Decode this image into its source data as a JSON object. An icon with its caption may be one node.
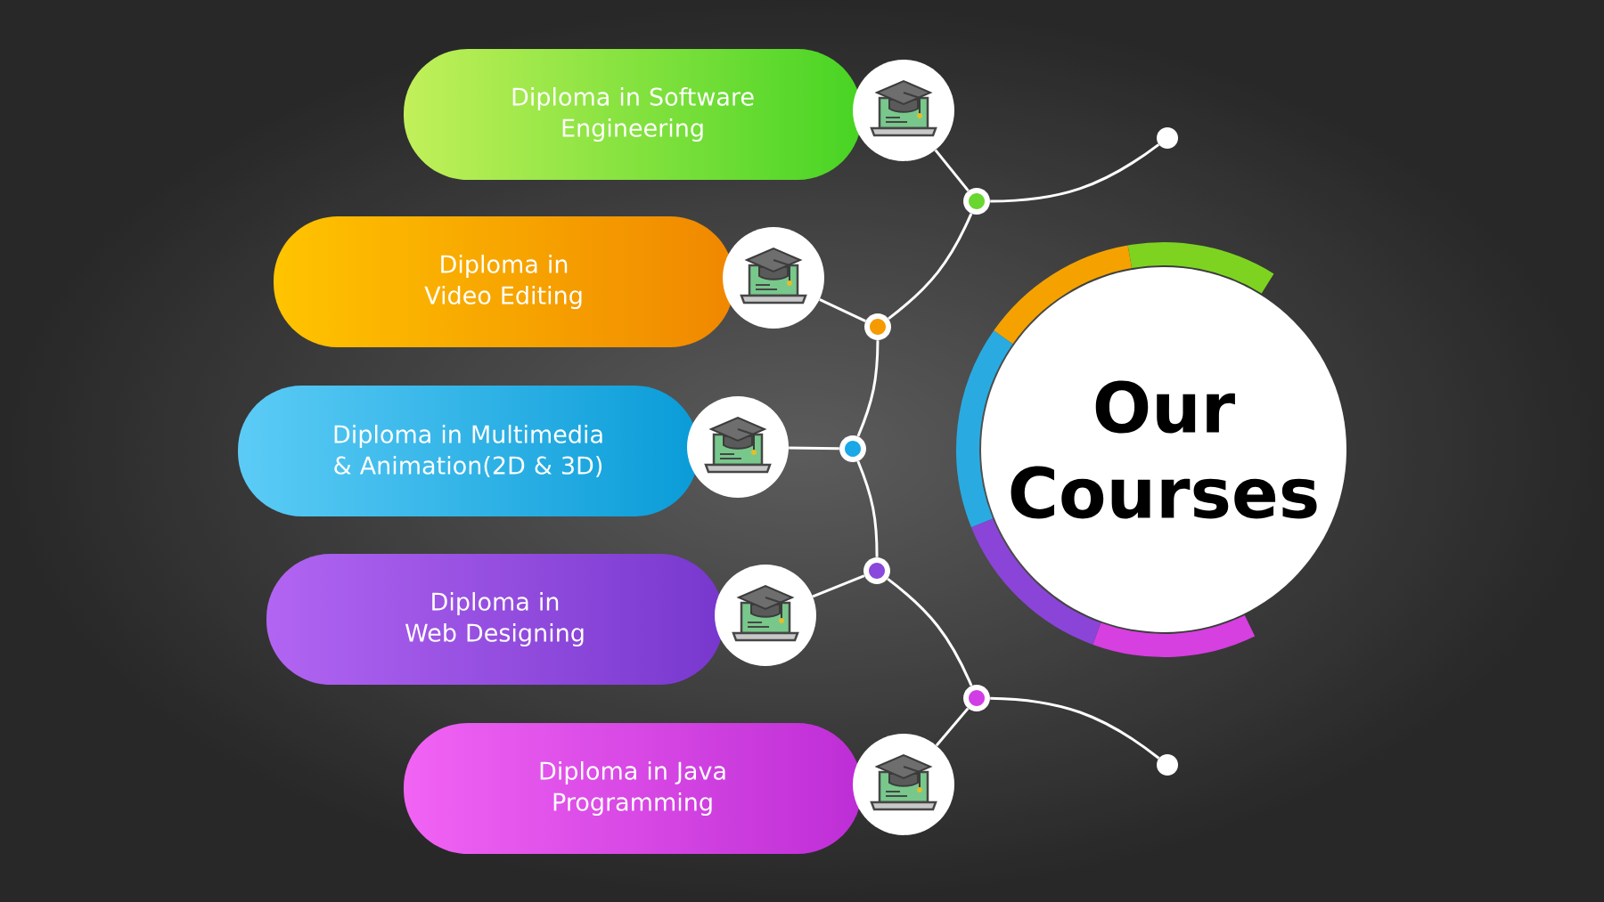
{
  "diagram": {
    "nodes": [
      {
        "text": [
          "Diploma in Software Engineering"
        ]
      },
      {
        "text": [
          "Diploma in Video Editing"
        ]
      },
      {
        "text": [
          "Diploma in Multimedia & Animation(2D & 3D)"
        ]
      },
      {
        "text": [
          "Diploma in Web Designing"
        ]
      },
      {
        "text": [
          "Diploma in Java Programming"
        ]
      },
      {
        "text": [],
        "shape": "circle"
      },
      {
        "text": [],
        "shape": "circle"
      },
      {
        "text": [],
        "shape": "circle"
      },
      {
        "text": [],
        "shape": "circle"
      },
      {
        "text": [],
        "shape": "circle"
      },
      {
        "text": [],
        "shape": "circle"
      },
      {
        "text": [],
        "shape": "circle"
      },
      {
        "text": [],
        "shape": "circle"
      },
      {
        "text": [],
        "shape": "circle"
      },
      {
        "text": [],
        "shape": "circle"
      },
      {
        "text": [
          "Our Courses"
        ]
      },
      {
        "text": [],
        "shape": "circle"
      },
      {
        "text": [],
        "shape": "circle"
      }
    ],
    "edges": [
      {
        "from": 5,
        "to": 10,
        "arrow": "none"
      },
      {
        "from": 6,
        "to": 11,
        "arrow": "none"
      },
      {
        "from": 7,
        "to": 12,
        "arrow": "none"
      },
      {
        "from": 8,
        "to": 13,
        "arrow": "none"
      },
      {
        "from": 9,
        "to": 14,
        "arrow": "none"
      },
      {
        "from": 16,
        "to": 10,
        "arrow": "none"
      },
      {
        "from": 10,
        "to": 11,
        "arrow": "none"
      },
      {
        "from": 11,
        "to": 12,
        "arrow": "none"
      },
      {
        "from": 12,
        "to": 13,
        "arrow": "none"
      },
      {
        "from": 13,
        "to": 14,
        "arrow": "none"
      },
      {
        "from": 14,
        "to": 17,
        "arrow": "none"
      }
    ]
  }
}
